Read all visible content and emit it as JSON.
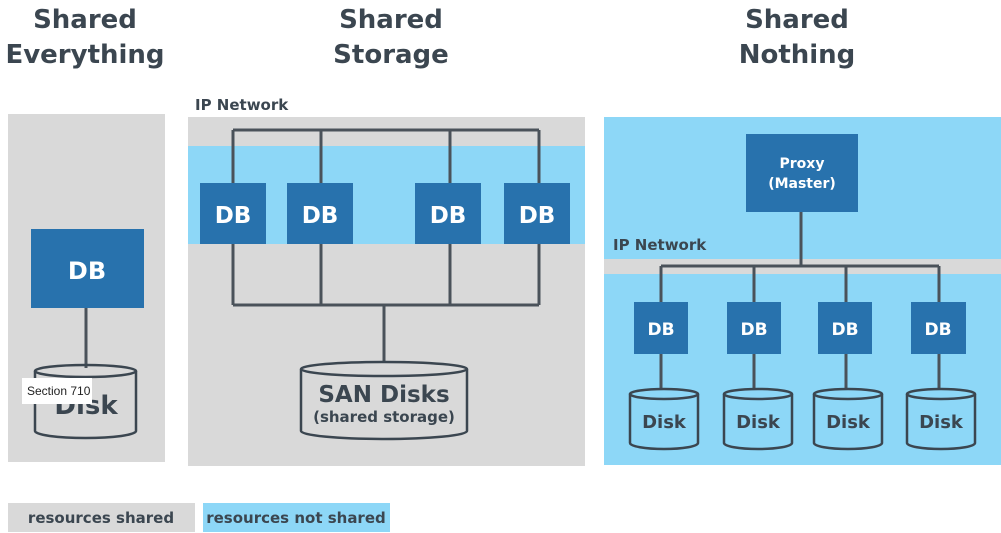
{
  "colors": {
    "shared": "#d9d9d9",
    "not_shared": "#8dd7f7",
    "db": "#2872ad",
    "line": "#4a525a",
    "text": "#3b4650"
  },
  "columns": {
    "everything": {
      "title_line1": "Shared",
      "title_line2": "Everything",
      "db": "DB",
      "disk": "Disk"
    },
    "storage": {
      "title_line1": "Shared",
      "title_line2": "Storage",
      "network": "IP Network",
      "dbs": [
        "DB",
        "DB",
        "DB",
        "DB"
      ],
      "san_line1": "SAN Disks",
      "san_line2": "(shared storage)"
    },
    "nothing": {
      "title_line1": "Shared",
      "title_line2": "Nothing",
      "proxy_line1": "Proxy",
      "proxy_line2": "(Master)",
      "network": "IP Network",
      "dbs": [
        "DB",
        "DB",
        "DB",
        "DB"
      ],
      "disks": [
        "Disk",
        "Disk",
        "Disk",
        "Disk"
      ]
    }
  },
  "legend": {
    "shared": "resources shared",
    "not_shared": "resources not shared"
  },
  "tooltip": "Section 710"
}
